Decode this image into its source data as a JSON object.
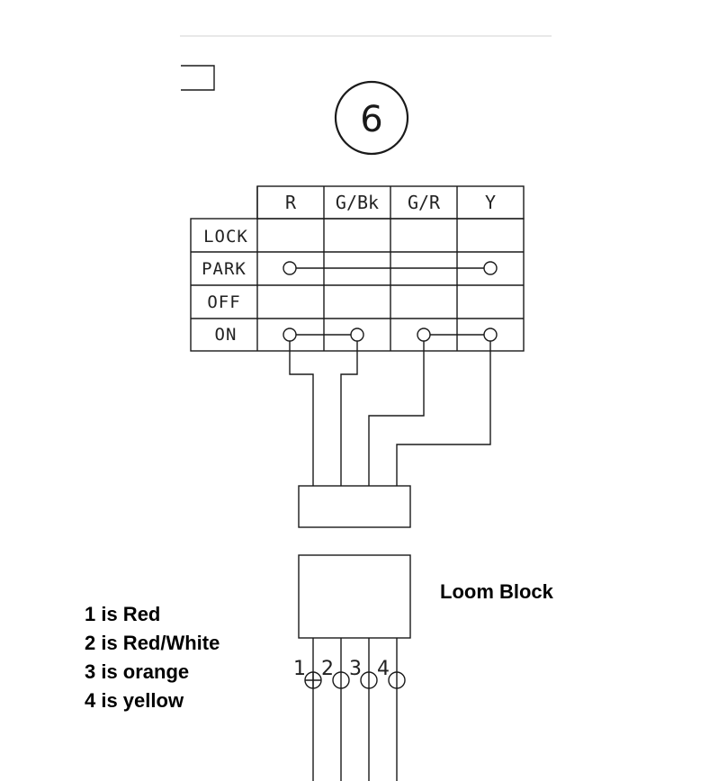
{
  "diagram": {
    "circle_number": "6",
    "columns": [
      "R",
      "G/Bk",
      "G/R",
      "Y"
    ],
    "rows": [
      "LOCK",
      "PARK",
      "OFF",
      "ON"
    ],
    "connections": [
      {
        "row": "PARK",
        "from": "R",
        "to": "Y"
      },
      {
        "row": "ON",
        "from": "R",
        "to": "G/Bk"
      },
      {
        "row": "ON",
        "from": "G/R",
        "to": "Y"
      }
    ],
    "pins": [
      "1",
      "2",
      "3",
      "4"
    ],
    "loom_label": "Loom Block"
  },
  "notes": [
    "1 is Red",
    "2 is Red/White",
    "3 is orange",
    "4 is yellow"
  ],
  "colors": {
    "line": "#1a1a1a",
    "text": "#000000",
    "divider": "#d0d0d0"
  }
}
